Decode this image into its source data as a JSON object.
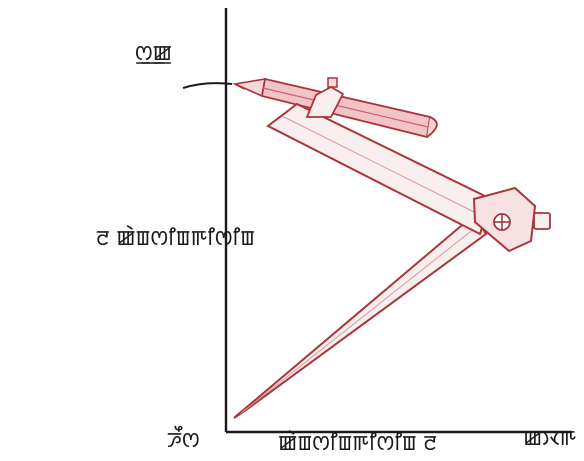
{
  "labels": {
    "top": "ꯁ꯭ꯀ",
    "middle": "ꯂ ꯀꯥꯡꯁꯤꯡꯒꯤꯁꯤꯡ",
    "origin": "ꯍꯩꯁ",
    "bottom": "ꯀꯥꯡꯁꯤꯡꯒꯤꯁꯤꯡ ꯂ",
    "right": "ꯀꯋꯒ"
  },
  "colors": {
    "outline": "#a8353a",
    "fill": "#f9eeee",
    "pencil": "#f3c4c7",
    "axis": "#1a1a1a"
  },
  "icons": {
    "hinge": "circle-plus-icon"
  }
}
